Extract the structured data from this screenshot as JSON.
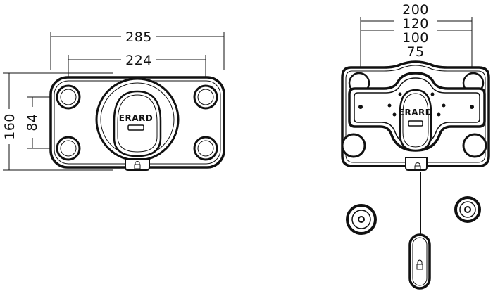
{
  "front_view": {
    "dim_total_width": "285",
    "dim_hole_spacing_h": "224",
    "dim_total_height": "160",
    "dim_hole_spacing_v": "84",
    "brand": "ERARD"
  },
  "back_view": {
    "dims": [
      "200",
      "120",
      "100",
      "75"
    ],
    "brand": "ERARD"
  }
}
